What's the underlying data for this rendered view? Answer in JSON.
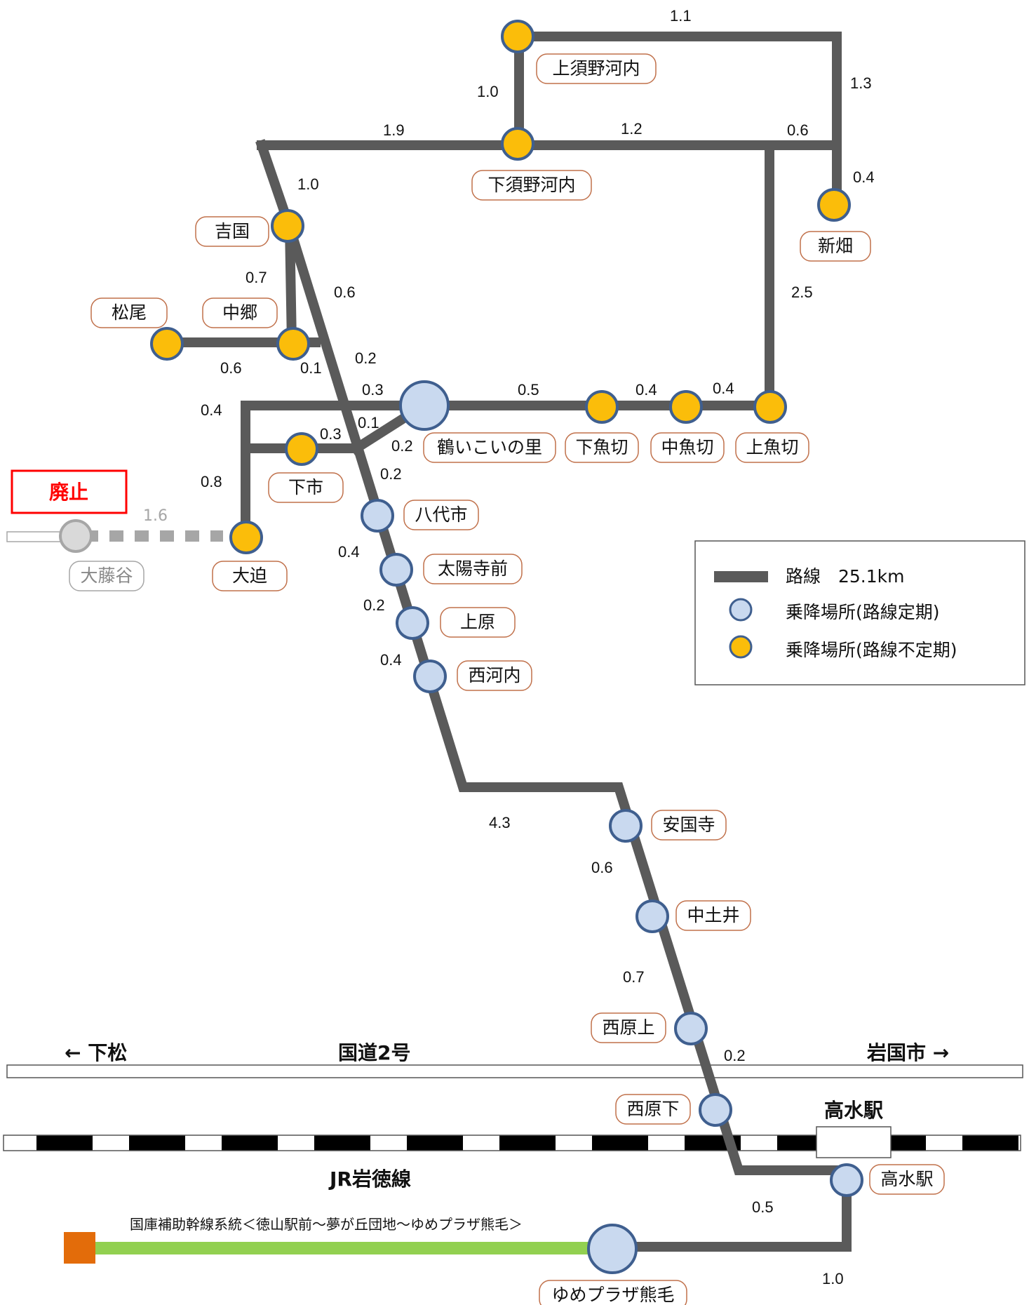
{
  "route": {
    "distances": {
      "d_top": "1.1",
      "d_kami_sunano": "1.0",
      "d_right_top": "1.3",
      "d_left_top": "1.9",
      "d_mid_top": "1.2",
      "d_right_mid": "0.6",
      "d_shinbata": "0.4",
      "d_yoshikuni_top": "1.0",
      "d_yoshi_naka": "0.7",
      "d_diag": "0.6",
      "d_vert": "2.5",
      "d_matsuo": "0.6",
      "d_nakago": "0.1",
      "d_diag2": "0.2",
      "d_03a": "0.3",
      "d_05": "0.5",
      "d_04a": "0.4",
      "d_04b": "0.4",
      "d_left04": "0.4",
      "d_01": "0.1",
      "d_03b": "0.3",
      "d_02a": "0.2",
      "d_02b": "0.2",
      "d_08": "0.8",
      "d_abolished": "1.6",
      "d_yashiro": "0.4",
      "d_taiyo": "0.2",
      "d_uehara": "0.4",
      "d_43": "4.3",
      "d_06": "0.6",
      "d_07": "0.7",
      "d_02c": "0.2",
      "d_05b": "0.5",
      "d_10": "1.0"
    },
    "stations": {
      "kami_sunano": "上須野河内",
      "shimo_sunano": "下須野河内",
      "shinbata": "新畑",
      "yoshikuni": "吉国",
      "matsuo": "松尾",
      "nakago": "中郷",
      "tsuru": "鶴いこいの里",
      "shimo_uokiri": "下魚切",
      "naka_uokiri": "中魚切",
      "kami_uokiri": "上魚切",
      "shimoichi": "下市",
      "osako": "大迫",
      "ofujitani": "大藤谷",
      "yashiroichi": "八代市",
      "taiyoji": "太陽寺前",
      "uehara": "上原",
      "nishikawachi": "西河内",
      "ankokuji": "安国寺",
      "nakadoi": "中土井",
      "nishihara_kami": "西原上",
      "nishihara_shimo": "西原下",
      "takamizu": "高水駅",
      "yume": "ゆめプラザ熊毛"
    }
  },
  "abolished_label": "廃止",
  "legend": {
    "route": "路線　25.1km",
    "regular": "乗降場所(路線定期)",
    "irregular": "乗降場所(路線不定期)"
  },
  "road": {
    "left": "← 下松",
    "name": "国道2号",
    "right": "岩国市 →"
  },
  "rail": {
    "name": "JR岩徳線",
    "station": "高水駅"
  },
  "trunk_line": "国庫補助幹線系統＜徳山駅前～夢が丘団地～ゆめプラザ熊毛＞",
  "colors": {
    "route": "#5a5a5a",
    "regular_stop": "#c9d9ef",
    "irregular_stop": "#fbbd0a",
    "stop_stroke": "#3f5f8f",
    "label_border": "#c0704a",
    "abolished": "#ff0000",
    "trunk": "#92d050",
    "trunk_end": "#e36c0a"
  }
}
